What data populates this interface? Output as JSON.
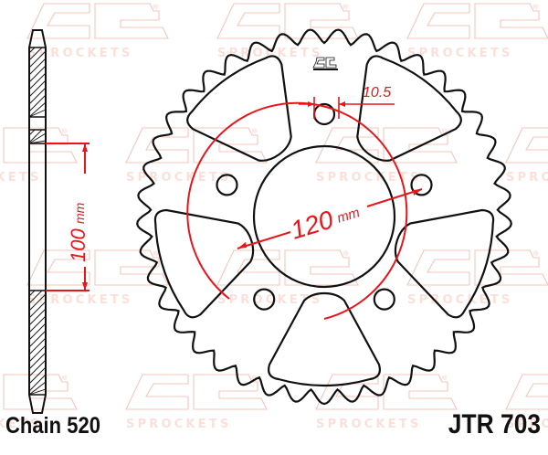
{
  "watermark": {
    "text": "SPROCKETS",
    "registered": "®",
    "color": "#f6c6bb"
  },
  "drawing": {
    "part_number": "JTR 703",
    "chain_size": "Chain 520",
    "chain_label": "Chain 520",
    "teeth_count": 41,
    "dimensions": {
      "bolt_circle": "120 mm",
      "bolt_circle_value": "120",
      "bolt_circle_unit": "mm",
      "bolt_hole": "10.5",
      "center_bore": "100 mm",
      "center_bore_value": "100",
      "center_bore_unit": "mm"
    },
    "bolt_holes": 5,
    "lightening_cutouts": 5,
    "logo": {
      "text": "SPROCKETS"
    },
    "colors": {
      "outline": "#111111",
      "dimension": "#e8161b",
      "watermark": "#f6c6bb"
    }
  }
}
